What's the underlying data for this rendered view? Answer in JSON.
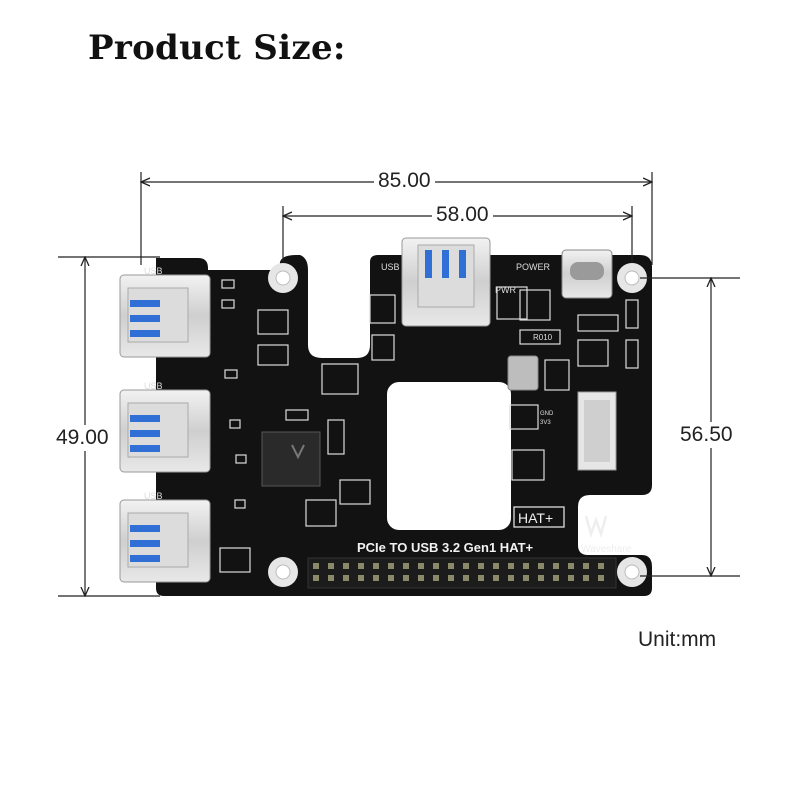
{
  "title": "Product Size:",
  "unit": "Unit:mm",
  "dimensions": {
    "width_overall": "85.00",
    "hole_spacing": "58.00",
    "height_overall": "49.00",
    "height_inner": "56.50"
  },
  "board": {
    "name": "PCIe TO USB 3.2 Gen1 HAT+",
    "brand": "Waveshare",
    "badge": "HAT+",
    "usb_label": "USB",
    "power_label": "POWER",
    "pwr_label": "PWR",
    "resistor_label": "R010",
    "gnd_label": "GND",
    "v3_label": "3V3",
    "board_color": "#111111",
    "usb_blue": "#2f6fd6"
  }
}
